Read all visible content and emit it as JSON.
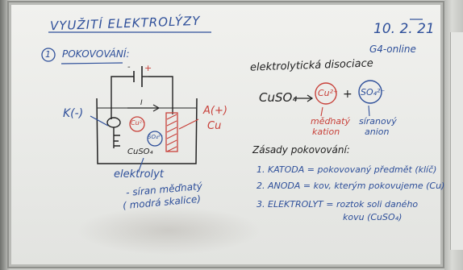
{
  "title": "VYUŽITÍ ELEKTROLÝZY",
  "date": "10. 2. 21",
  "class": "G4-online",
  "section": {
    "number": "1",
    "heading": "POKOVOVÁNÍ:"
  },
  "diagram": {
    "power_minus": "-",
    "power_plus": "+",
    "cathode_label": "K(-)",
    "anode_label": "A(+)",
    "anode_metal": "Cu",
    "current_symbol": "I",
    "copper_ion": "Cu²⁺",
    "sulfate_ion": "SO₄²⁻",
    "solution": "CuSO₄",
    "electrolyte": "elektrolyt",
    "electrolyte_note_1": "- síran měďnatý",
    "electrolyte_note_2": "( modrá skalice)"
  },
  "dissociation": {
    "heading": "elektrolytická disociace",
    "reactant": "CuSO₄",
    "cation": "Cu²⁺",
    "anion": "SO₄²⁻",
    "cation_note_1": "měďnatý",
    "cation_note_2": "kation",
    "anion_note_1": "síranový",
    "anion_note_2": "anion"
  },
  "principles": {
    "heading": "Zásady pokovování:",
    "items": [
      "1. KATODA = pokovovaný předmět (klíč)",
      "2. ANODA = kov, kterým pokovujeme (Cu)",
      "3. ELEKTROLYT = roztok soli daného",
      "kovu (CuSO₄)"
    ]
  },
  "colors": {
    "blue_marker": "#2e4f9a",
    "red_marker": "#c8413a",
    "board": "#eceeeb"
  }
}
